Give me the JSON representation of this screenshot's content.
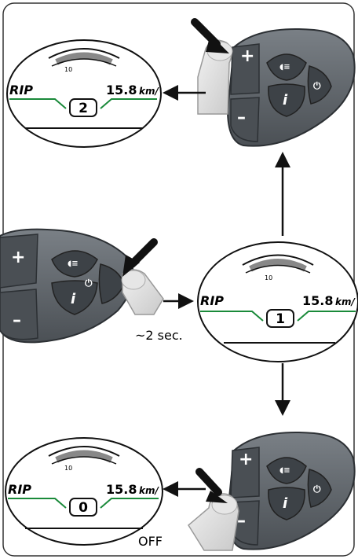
{
  "displays": [
    {
      "id": "top",
      "trip_label": "RIP",
      "distance": "15.8",
      "unit": "km/",
      "level": "2",
      "gauge_tick": "10"
    },
    {
      "id": "middle",
      "trip_label": "RIP",
      "distance": "15.8",
      "unit": "km/",
      "level": "1",
      "gauge_tick": "10"
    },
    {
      "id": "bottom",
      "trip_label": "RIP",
      "distance": "15.8",
      "unit": "km/",
      "level": "0",
      "gauge_tick": "10"
    }
  ],
  "remote": {
    "plus_symbol": "+",
    "minus_symbol": "–",
    "info_symbol": "i"
  },
  "captions": {
    "hold_duration": "~2 sec.",
    "off_label": "OFF"
  },
  "colors": {
    "remote_body": "#5f6469",
    "remote_button": "#3d4247",
    "display_line": "#1a8a3a",
    "arrow": "#111111",
    "frame": "#333333"
  }
}
